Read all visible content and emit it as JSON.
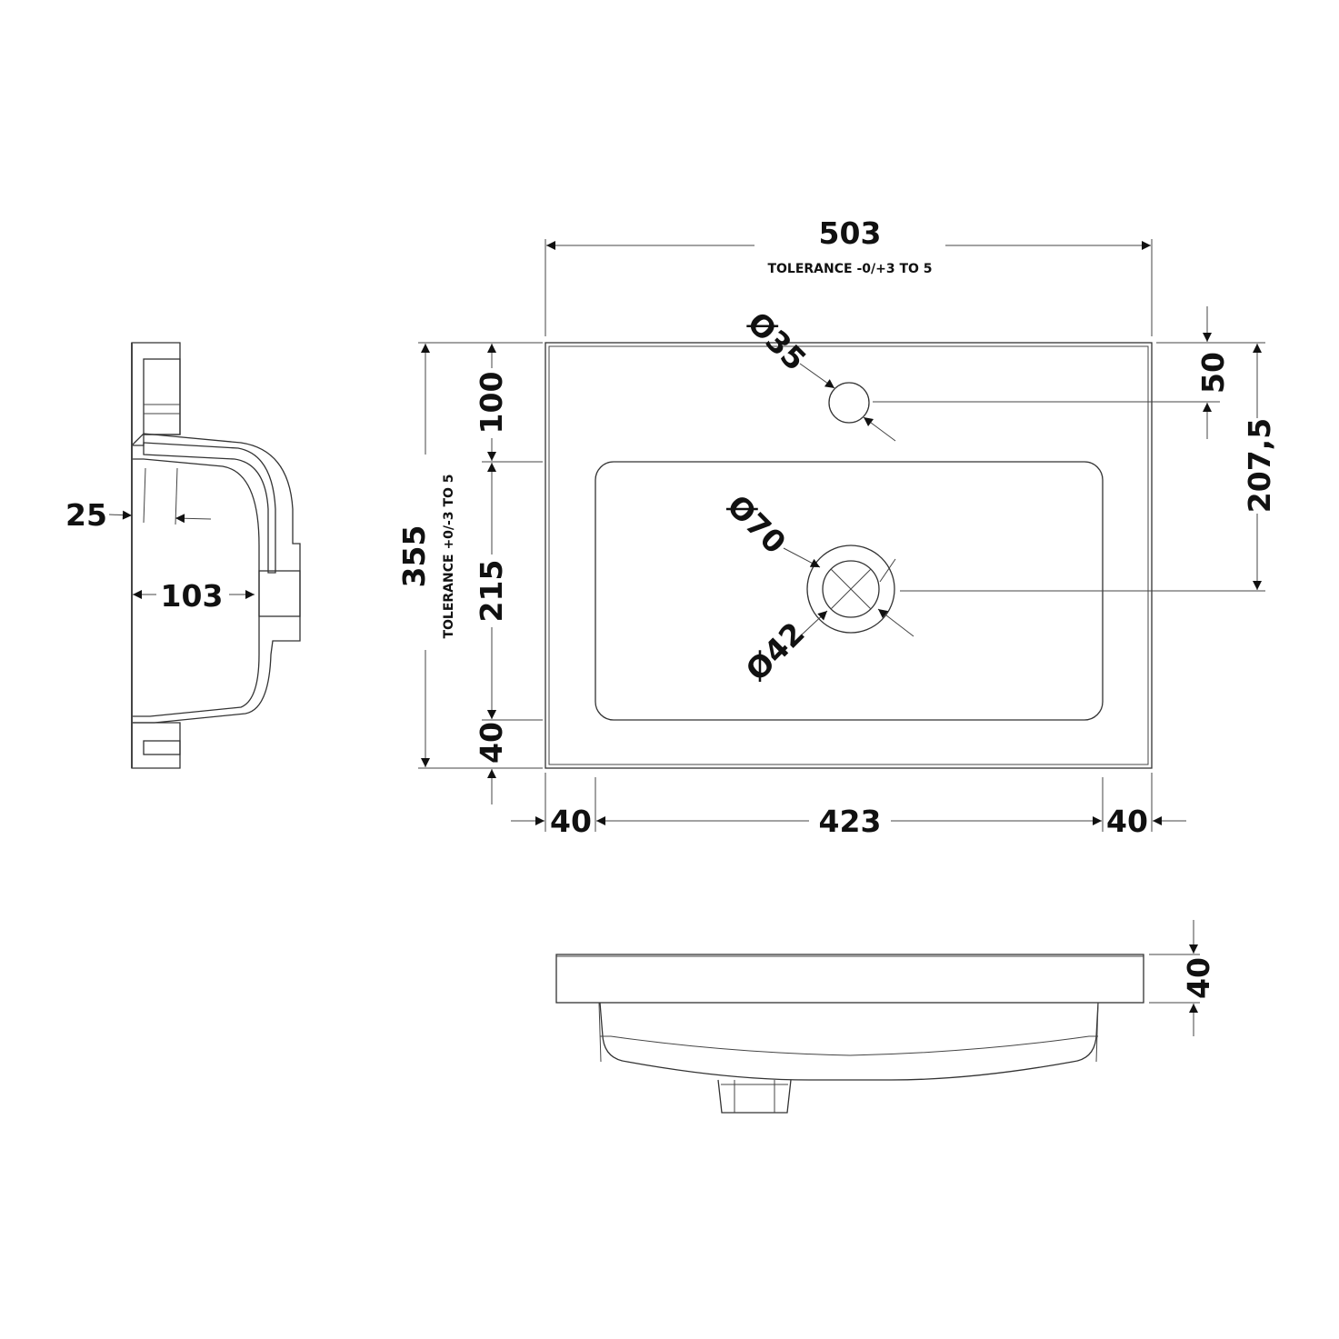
{
  "top_view": {
    "width": "503",
    "width_tolerance": "TOLERANCE -0/+3 TO 5",
    "depth": "355",
    "depth_tolerance": "TOLERANCE +0/-3 TO 5",
    "tap_hole_diameter": "Ø35",
    "waste_outer_diameter": "Ø70",
    "waste_inner_diameter": "Ø42",
    "tap_hole_offset": "50",
    "waste_offset": "207,5",
    "back_margin": "100",
    "bowl_depth": "215",
    "front_margin": "40",
    "left_margin": "40",
    "bowl_width": "423",
    "right_margin": "40"
  },
  "section_view": {
    "wall_dim": "25",
    "bowl_dim": "103"
  },
  "front_view": {
    "thickness": "40"
  }
}
